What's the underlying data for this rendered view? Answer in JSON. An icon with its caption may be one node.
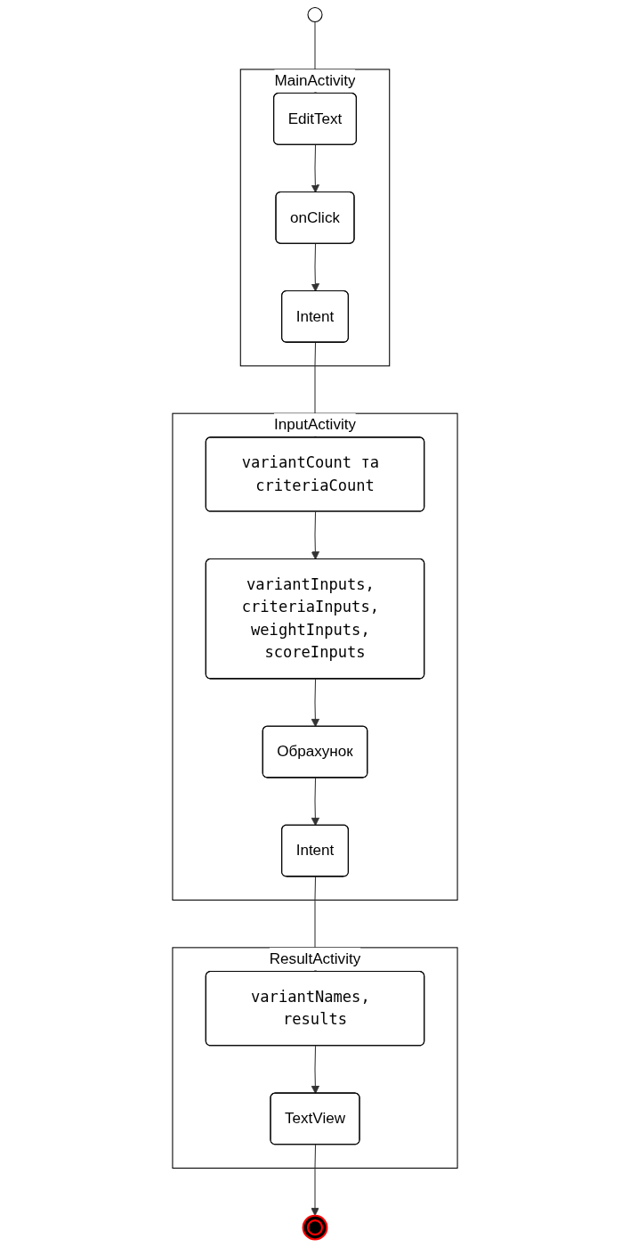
{
  "diagram": {
    "nodes": [
      {
        "text": [],
        "shape": "circle"
      },
      {
        "text": [
          "MainActivity"
        ]
      },
      {
        "text": [
          "EditText"
        ],
        "in": 1
      },
      {
        "text": [
          "onClick"
        ],
        "in": 1
      },
      {
        "text": [
          "Intent"
        ],
        "in": 1
      },
      {
        "text": [
          "InputActivity"
        ]
      },
      {
        "text": [
          "variantCount та criteriaCount"
        ],
        "in": 5
      },
      {
        "text": [
          "variantInputs, criteriaInputs, weightInputs, scoreInputs"
        ],
        "in": 5
      },
      {
        "text": [
          "Обрахунок"
        ],
        "in": 5
      },
      {
        "text": [
          "Intent"
        ],
        "in": 5
      },
      {
        "text": [
          "ResultActivity"
        ]
      },
      {
        "text": [
          "variantNames, results"
        ],
        "in": 10
      },
      {
        "text": [
          "TextView"
        ],
        "in": 10
      },
      {
        "text": [],
        "shape": "circle"
      }
    ],
    "edges": [
      {
        "from": 0,
        "to": 2,
        "arrow": "to"
      },
      {
        "from": 2,
        "to": 3,
        "arrow": "to"
      },
      {
        "from": 3,
        "to": 4,
        "arrow": "to"
      },
      {
        "from": 4,
        "to": 6,
        "arrow": "to"
      },
      {
        "from": 6,
        "to": 7,
        "arrow": "to"
      },
      {
        "from": 7,
        "to": 8,
        "arrow": "to"
      },
      {
        "from": 8,
        "to": 9,
        "arrow": "to"
      },
      {
        "from": 9,
        "to": 11,
        "arrow": "to"
      },
      {
        "from": 11,
        "to": 12,
        "arrow": "to"
      },
      {
        "from": 12,
        "to": 13,
        "arrow": "to"
      }
    ]
  }
}
